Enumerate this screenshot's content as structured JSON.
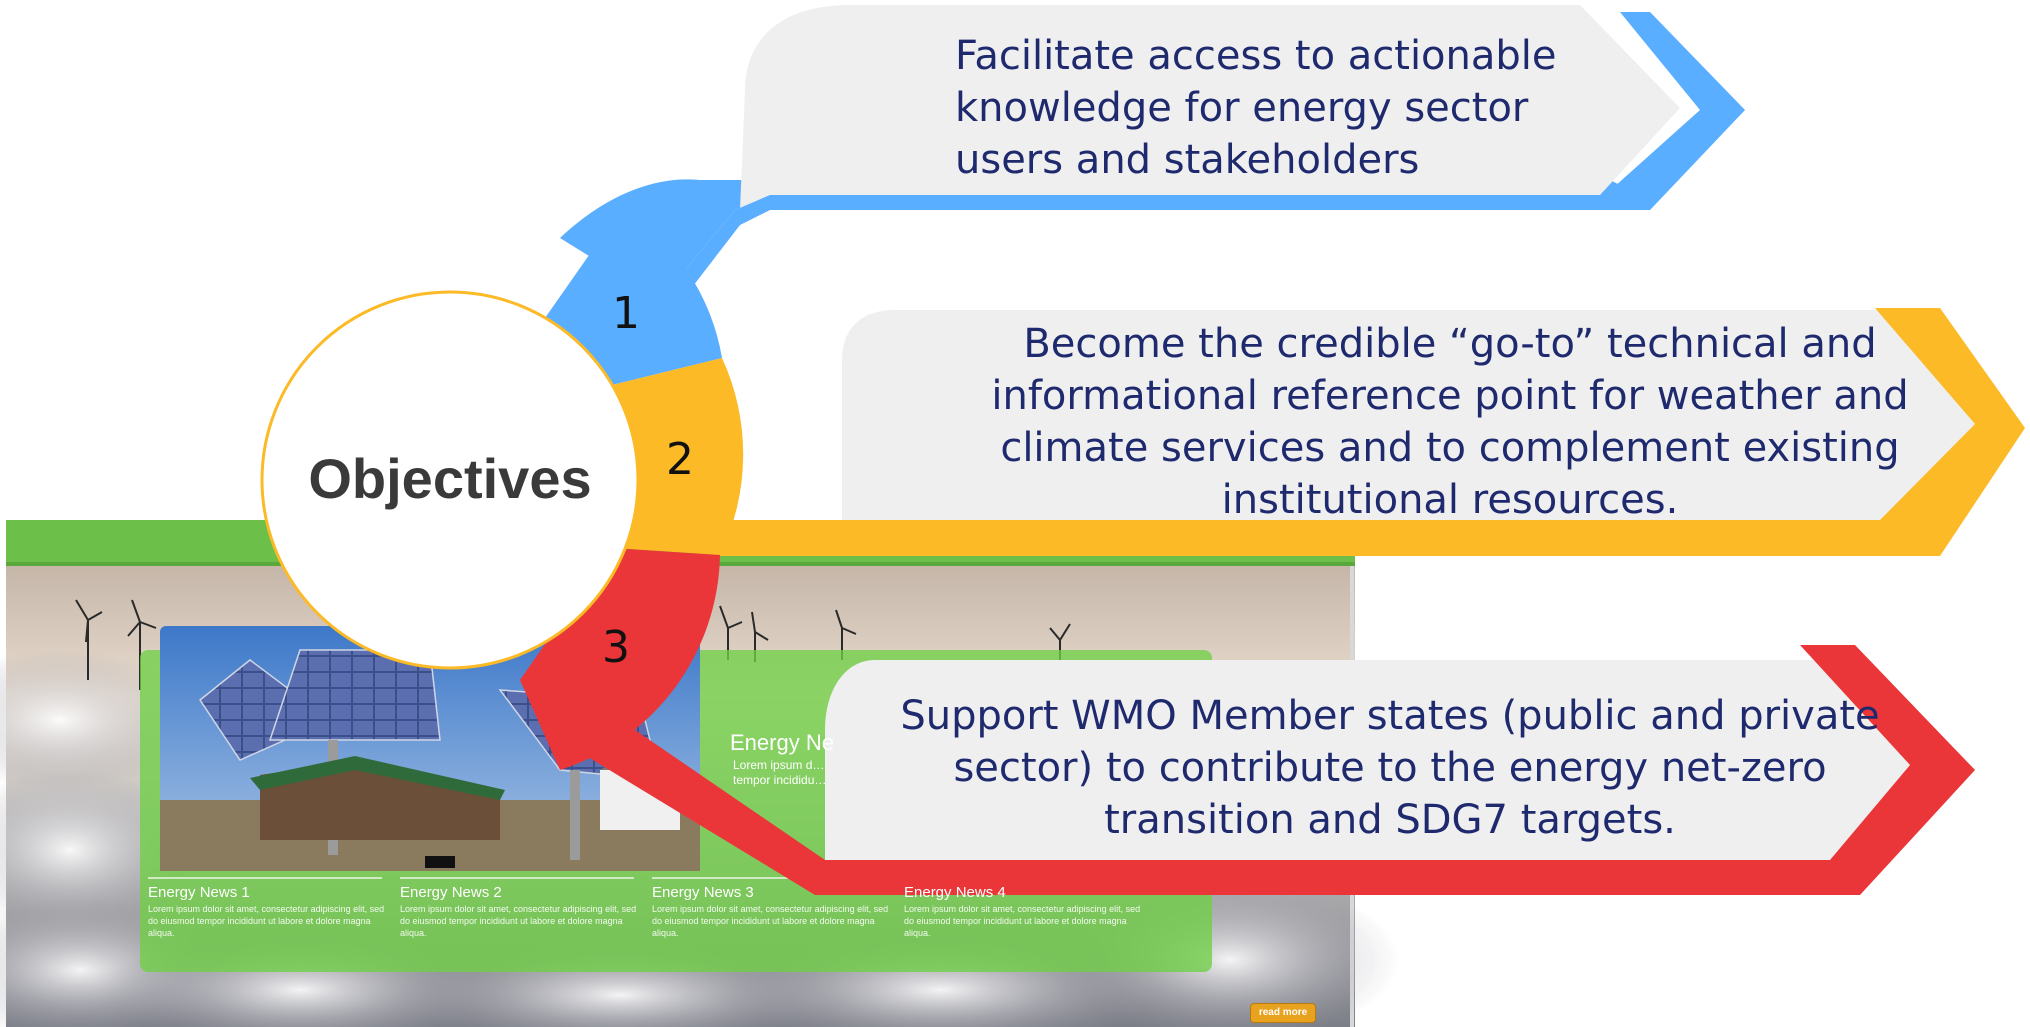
{
  "hub": {
    "label": "Objectives"
  },
  "objectives": [
    {
      "number": "1",
      "color": "#5aaeff",
      "lines": [
        "Facilitate access to actionable",
        "knowledge for energy sector",
        "users and stakeholders"
      ]
    },
    {
      "number": "2",
      "color": "#fbba26",
      "lines": [
        "Become the credible “go-to” technical and",
        "informational reference point for weather and",
        "climate services and to complement existing",
        "institutional resources."
      ]
    },
    {
      "number": "3",
      "color": "#ea3638",
      "lines": [
        "Support WMO Member states (public and private",
        "sector) to contribute to the energy net-zero",
        "transition and SDG7 targets."
      ]
    }
  ],
  "screenshot": {
    "featured_title": "Energy Ne",
    "featured_snippet": "Lorem ipsum d… tempor incididu…",
    "news": [
      {
        "title": "Energy News 1",
        "body": "Lorem ipsum dolor sit amet, consectetur adipiscing elit, sed do eiusmod tempor incididunt ut labore et dolore magna aliqua."
      },
      {
        "title": "Energy News 2",
        "body": "Lorem ipsum dolor sit amet, consectetur adipiscing elit, sed do eiusmod tempor incididunt ut labore et dolore magna aliqua."
      },
      {
        "title": "Energy News 3",
        "body": "Lorem ipsum dolor sit amet, consectetur adipiscing elit, sed do eiusmod tempor incididunt ut labore et dolore magna aliqua."
      },
      {
        "title": "Energy News 4",
        "body": "Lorem ipsum dolor sit amet, consectetur adipiscing elit, sed do eiusmod tempor incididunt ut labore et dolore magna aliqua."
      }
    ],
    "read_more": "read more"
  }
}
